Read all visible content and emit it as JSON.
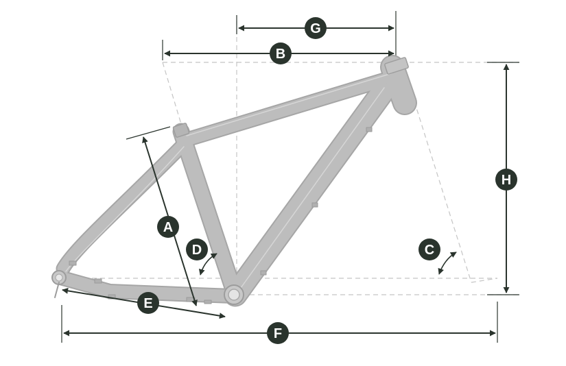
{
  "diagram": {
    "colors": {
      "frame_fill": "#bdbdbd",
      "frame_stroke": "#a4a4a4",
      "frame_outline": "#d8d8d8",
      "badge": "#2a342d",
      "arrow": "#2a342d",
      "guide": "#bfbfbf"
    },
    "labels": {
      "a": "A",
      "b": "B",
      "c": "C",
      "d": "D",
      "e": "E",
      "f": "F",
      "g": "G",
      "h": "H"
    }
  }
}
